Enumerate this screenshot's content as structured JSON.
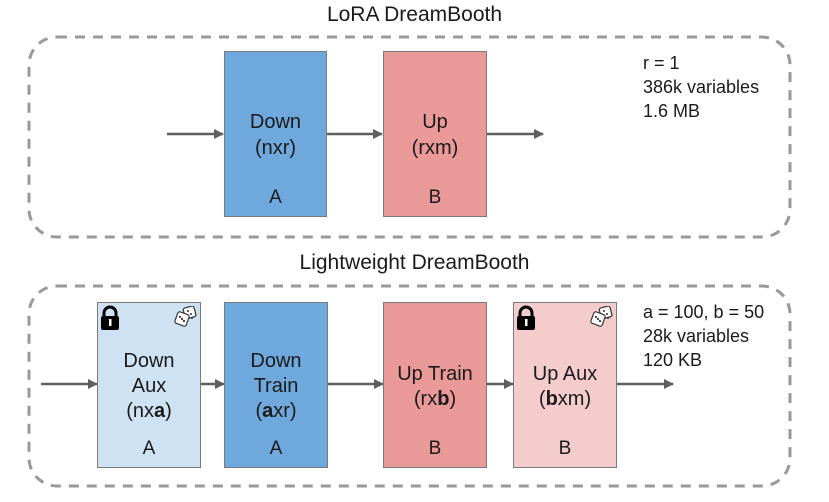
{
  "lora": {
    "title": "LoRA DreamBooth",
    "blocks": [
      {
        "line1": "Down",
        "line2": "(nxr)",
        "letter": "A",
        "color": "#6fa8dc"
      },
      {
        "line1": "Up",
        "line2": "(rxm)",
        "letter": "B",
        "color": "#ea9999"
      }
    ],
    "info": [
      "r = 1",
      "386k variables",
      "1.6 MB"
    ]
  },
  "lightweight": {
    "title": "Lightweight DreamBooth",
    "blocks": [
      {
        "line1": "Down",
        "line2": "Aux",
        "line3_pre": "(nx",
        "line3_bold": "a",
        "line3_post": ")",
        "letter": "A",
        "color": "#cfe2f3",
        "icons": [
          "lock-icon",
          "dice-icon"
        ]
      },
      {
        "line1": "Down",
        "line2": "Train",
        "line3_pre": "(",
        "line3_bold": "a",
        "line3_post": "xr)",
        "letter": "A",
        "color": "#6fa8dc"
      },
      {
        "line1": "Up Train",
        "line2_pre": "(rx",
        "line2_bold": "b",
        "line2_post": ")",
        "letter": "B",
        "color": "#ea9999"
      },
      {
        "line1": "Up Aux",
        "line2_pre": "(",
        "line2_bold": "b",
        "line2_post": "xm)",
        "letter": "B",
        "color": "#f4cccc",
        "icons": [
          "lock-icon",
          "dice-icon"
        ]
      }
    ],
    "info": [
      "a = 100, b = 50",
      "28k variables",
      "120 KB"
    ]
  },
  "colors": {
    "frame_dash": "#999999",
    "arrow": "#5f5f5f"
  }
}
